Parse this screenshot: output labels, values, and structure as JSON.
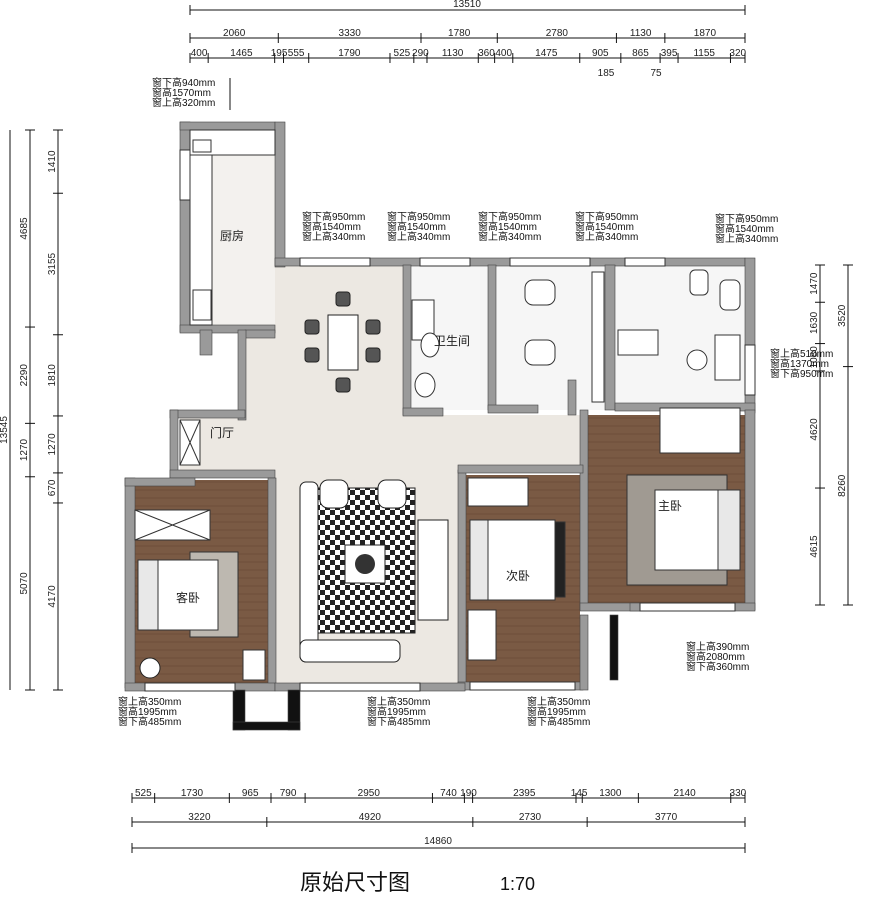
{
  "title": "原始尺寸图",
  "scale": "1:70",
  "colors": {
    "wall": "#9a9a9a",
    "tile": "#ece8e2",
    "wood": "#7a5a44",
    "line": "#111111"
  },
  "rooms": {
    "kitchen": "厨房",
    "bathroom": "卫生间",
    "foyer": "门厅",
    "master_bedroom": "主卧",
    "second_bedroom": "次卧",
    "guest_room": "客卧"
  },
  "dims": {
    "top_total": "13510",
    "top_row1": [
      "2060",
      "3330",
      "1780",
      "2780",
      "1130",
      "1870"
    ],
    "top_row2": [
      "400",
      "1465",
      "195",
      "555",
      "1790",
      "525",
      "290",
      "1130",
      "360",
      "400",
      "1475",
      "905",
      "865",
      "395",
      "1155",
      "320"
    ],
    "top_extra": [
      "185",
      "75"
    ],
    "bottom_row1": [
      "525",
      "1730",
      "965",
      "790",
      "2950",
      "740",
      "190",
      "2395",
      "145",
      "1300",
      "2140",
      "330"
    ],
    "bottom_row2": [
      "3220",
      "4920",
      "2730",
      "3770"
    ],
    "bottom_total": "14860",
    "left_outer": [
      "4685",
      "2290",
      "1270",
      "5070"
    ],
    "left_inner": [
      "1410",
      "3155",
      "1810",
      "1270",
      "670",
      "4170"
    ],
    "left_total": "13545",
    "right_outer": [
      "3520",
      "8260"
    ],
    "right_inner": [
      "1470",
      "1630",
      "1080",
      "4620",
      "4615"
    ]
  },
  "windows": {
    "kitchen": [
      "窗下高940mm",
      "窗高1570mm",
      "窗上高320mm"
    ],
    "top_standard": [
      "窗下高950mm",
      "窗高1540mm",
      "窗上高340mm"
    ],
    "east_bath": [
      "窗上高510mm",
      "窗高1370mm",
      "窗下高950mm"
    ],
    "master": [
      "窗上高390mm",
      "窗高2080mm",
      "窗下高360mm"
    ],
    "south": [
      "窗上高350mm",
      "窗高1995mm",
      "窗下高485mm"
    ]
  }
}
